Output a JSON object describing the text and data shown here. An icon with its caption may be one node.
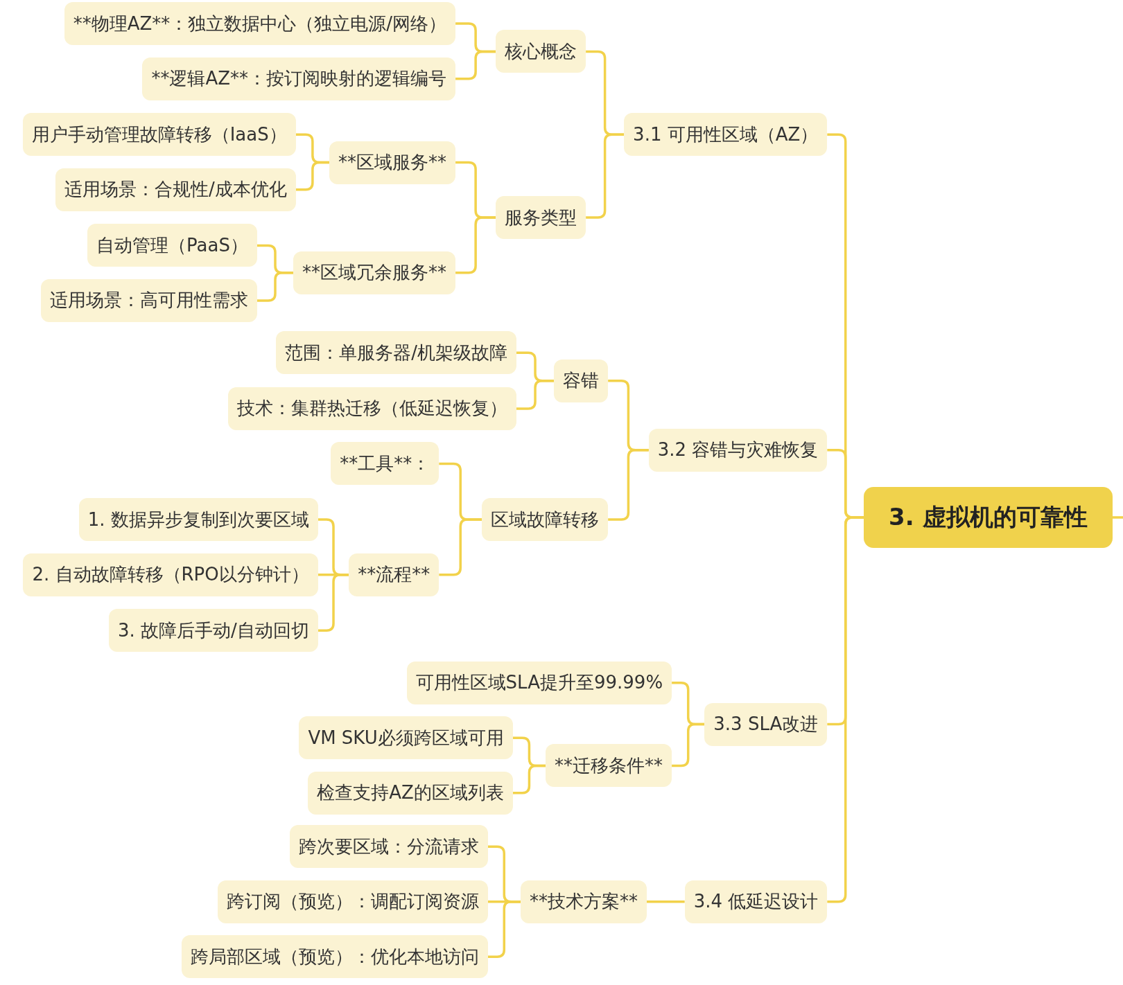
{
  "diagram": {
    "nodes": [
      {
        "text": [
          "3. 虚拟机的可靠性"
        ]
      },
      {
        "text": [
          "3.1 可用性区域（AZ）"
        ]
      },
      {
        "text": [
          "核心概念"
        ]
      },
      {
        "text": [
          "**物理AZ**：独立数据中心（独立电源/网络）"
        ]
      },
      {
        "text": [
          "**逻辑AZ**：按订阅映射的逻辑编号"
        ]
      },
      {
        "text": [
          "服务类型"
        ]
      },
      {
        "text": [
          "**区域服务**"
        ]
      },
      {
        "text": [
          "用户手动管理故障转移（IaaS）"
        ]
      },
      {
        "text": [
          "适用场景：合规性/成本优化"
        ]
      },
      {
        "text": [
          "**区域冗余服务**"
        ]
      },
      {
        "text": [
          "自动管理（PaaS）"
        ]
      },
      {
        "text": [
          "适用场景：高可用性需求"
        ]
      },
      {
        "text": [
          "3.2 容错与灾难恢复"
        ]
      },
      {
        "text": [
          "容错"
        ]
      },
      {
        "text": [
          "范围：单服务器/机架级故障"
        ]
      },
      {
        "text": [
          "技术：集群热迁移（低延迟恢复）"
        ]
      },
      {
        "text": [
          "区域故障转移"
        ]
      },
      {
        "text": [
          "**工具**："
        ]
      },
      {
        "text": [
          "**流程**"
        ]
      },
      {
        "text": [
          "1. 数据异步复制到次要区域"
        ]
      },
      {
        "text": [
          "2. 自动故障转移（RPO以分钟计）"
        ]
      },
      {
        "text": [
          "3. 故障后手动/自动回切"
        ]
      },
      {
        "text": [
          "3.3 SLA改进"
        ]
      },
      {
        "text": [
          "可用性区域SLA提升至99.99%"
        ]
      },
      {
        "text": [
          "**迁移条件**"
        ]
      },
      {
        "text": [
          "VM SKU必须跨区域可用"
        ]
      },
      {
        "text": [
          "检查支持AZ的区域列表"
        ]
      },
      {
        "text": [
          "3.4 低延迟设计"
        ]
      },
      {
        "text": [
          "**技术方案**"
        ]
      },
      {
        "text": [
          "跨次要区域：分流请求"
        ]
      },
      {
        "text": [
          "跨订阅（预览）：调配订阅资源"
        ]
      },
      {
        "text": [
          "跨局部区域（预览）：优化本地访问"
        ]
      }
    ],
    "edges": [
      {
        "from": 0,
        "to": 1,
        "arrow": "none"
      },
      {
        "from": 1,
        "to": 2,
        "arrow": "none"
      },
      {
        "from": 2,
        "to": 3,
        "arrow": "none"
      },
      {
        "from": 2,
        "to": 4,
        "arrow": "none"
      },
      {
        "from": 1,
        "to": 5,
        "arrow": "none"
      },
      {
        "from": 5,
        "to": 6,
        "arrow": "none"
      },
      {
        "from": 6,
        "to": 7,
        "arrow": "none"
      },
      {
        "from": 6,
        "to": 8,
        "arrow": "none"
      },
      {
        "from": 5,
        "to": 9,
        "arrow": "none"
      },
      {
        "from": 9,
        "to": 10,
        "arrow": "none"
      },
      {
        "from": 9,
        "to": 11,
        "arrow": "none"
      },
      {
        "from": 0,
        "to": 12,
        "arrow": "none"
      },
      {
        "from": 12,
        "to": 13,
        "arrow": "none"
      },
      {
        "from": 13,
        "to": 14,
        "arrow": "none"
      },
      {
        "from": 13,
        "to": 15,
        "arrow": "none"
      },
      {
        "from": 12,
        "to": 16,
        "arrow": "none"
      },
      {
        "from": 16,
        "to": 17,
        "arrow": "none"
      },
      {
        "from": 16,
        "to": 18,
        "arrow": "none"
      },
      {
        "from": 18,
        "to": 19,
        "arrow": "none"
      },
      {
        "from": 18,
        "to": 20,
        "arrow": "none"
      },
      {
        "from": 18,
        "to": 21,
        "arrow": "none"
      },
      {
        "from": 0,
        "to": 22,
        "arrow": "none"
      },
      {
        "from": 22,
        "to": 23,
        "arrow": "none"
      },
      {
        "from": 22,
        "to": 24,
        "arrow": "none"
      },
      {
        "from": 24,
        "to": 25,
        "arrow": "none"
      },
      {
        "from": 24,
        "to": 26,
        "arrow": "none"
      },
      {
        "from": 0,
        "to": 27,
        "arrow": "none"
      },
      {
        "from": 27,
        "to": 28,
        "arrow": "none"
      },
      {
        "from": 28,
        "to": 29,
        "arrow": "none"
      },
      {
        "from": 28,
        "to": 30,
        "arrow": "none"
      },
      {
        "from": 28,
        "to": 31,
        "arrow": "none"
      },
      {
        "from": 0,
        "to": null,
        "arrow": "none"
      }
    ]
  }
}
